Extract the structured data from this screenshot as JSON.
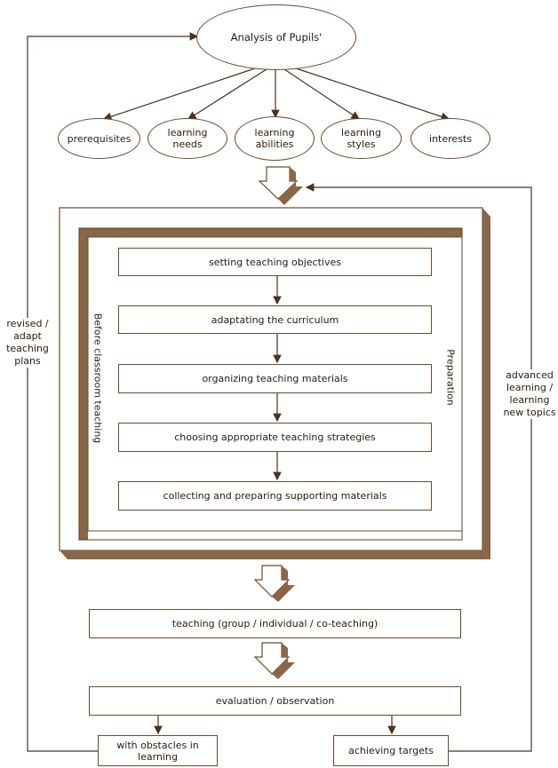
{
  "analysis": {
    "title": "Analysis of Pupils'"
  },
  "factors": [
    {
      "label": "prerequisites"
    },
    {
      "label": "learning\nneeds"
    },
    {
      "label": "learning\nabilities"
    },
    {
      "label": "learning\nstyles"
    },
    {
      "label": "interests"
    }
  ],
  "preparation": {
    "inner_label": "Before classroom teaching",
    "outer_label": "Preparation",
    "steps": [
      "setting teaching objectives",
      "adaptating the curriculum",
      "organizing teaching materials",
      "choosing appropriate teaching strategies",
      "collecting and preparing supporting materials"
    ]
  },
  "teaching": {
    "label": "teaching (group / individual / co-teaching)"
  },
  "evaluation": {
    "label": "evaluation / observation"
  },
  "outcomes": {
    "obstacles": "with obstacles in\nlearning",
    "targets": "achieving targets"
  },
  "loops": {
    "left": "revised /\nadapt\nteaching\nplans",
    "right": "advanced\nlearning /\nlearning\nnew topics"
  },
  "colors": {
    "line": "#6b4a2c",
    "frame": "#8a6647",
    "frame_dark": "#5a3d24"
  }
}
